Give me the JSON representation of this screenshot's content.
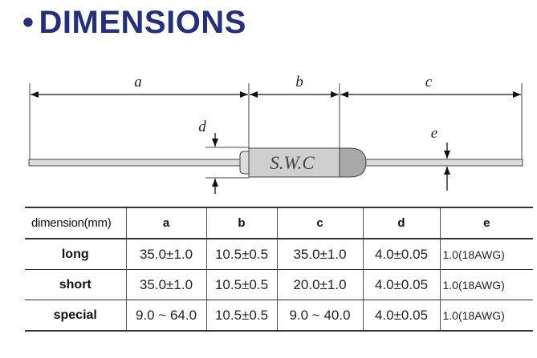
{
  "title": "DIMENSIONS",
  "title_bullet": "•",
  "diagram": {
    "label_a": "a",
    "label_b": "b",
    "label_c": "c",
    "label_d": "d",
    "label_e": "e",
    "body_label": "S.W.C",
    "body_color": "#cfcfcf",
    "cap_color": "#a8a8a8"
  },
  "table": {
    "headers": [
      "dimension(mm)",
      "a",
      "b",
      "c",
      "d",
      "e"
    ],
    "rows": [
      {
        "label": "long",
        "a": "35.0±1.0",
        "b": "10.5±0.5",
        "c": "35.0±1.0",
        "d": "4.0±0.05",
        "e": "1.0(18AWG)"
      },
      {
        "label": "short",
        "a": "35.0±1.0",
        "b": "10.5±0.5",
        "c": "20.0±1.0",
        "d": "4.0±0.05",
        "e": "1.0(18AWG)"
      },
      {
        "label": "special",
        "a": "9.0 ~ 64.0",
        "b": "10.5±0.5",
        "c": "9.0 ~ 40.0",
        "d": "4.0±0.05",
        "e": "1.0(18AWG)"
      }
    ]
  },
  "colors": {
    "title": "#24307a",
    "lead_wire": "#dcdcdc",
    "outline": "#333333"
  }
}
